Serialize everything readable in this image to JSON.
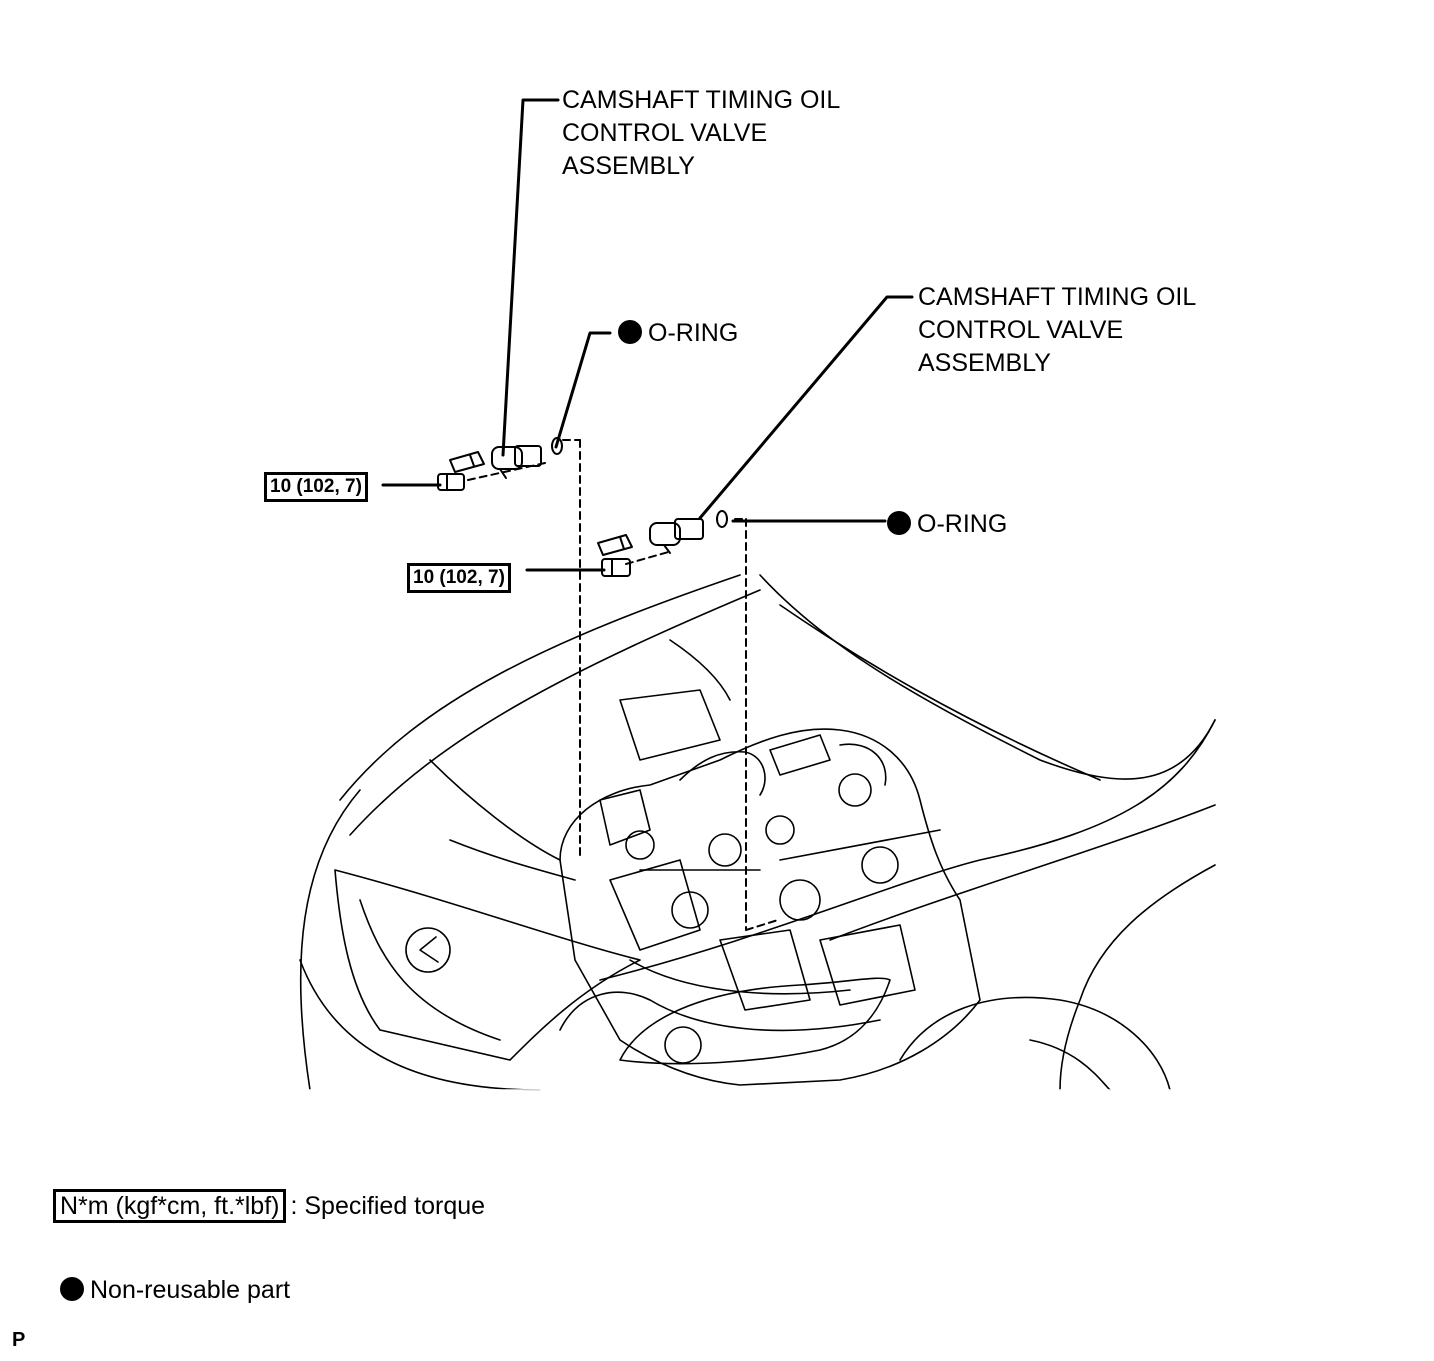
{
  "labels": {
    "upper_valve": [
      "CAMSHAFT TIMING OIL",
      "CONTROL VALVE",
      "ASSEMBLY"
    ],
    "lower_valve": [
      "CAMSHAFT TIMING OIL",
      "CONTROL VALVE",
      "ASSEMBLY"
    ],
    "upper_oring": "O-RING",
    "lower_oring": "O-RING",
    "upper_torque": "10 (102, 7)",
    "lower_torque": "10 (102, 7)"
  },
  "legend": {
    "torque_unit": "N*m (kgf*cm, ft.*lbf)",
    "torque_desc": ": Specified torque",
    "nonreusable_desc": "Non-reusable part"
  },
  "corner_code": "P"
}
